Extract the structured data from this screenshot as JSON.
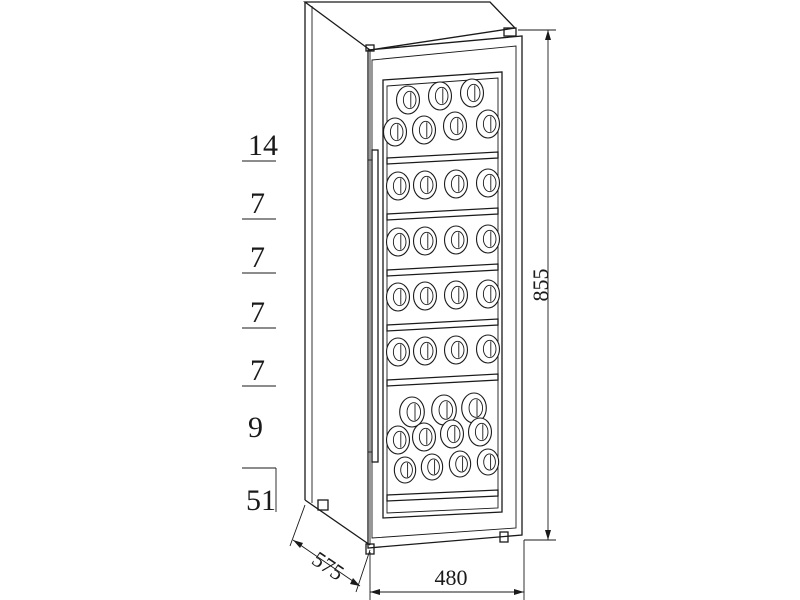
{
  "diagram": {
    "rack_capacities": [
      {
        "id": "shelf-1",
        "count": "14"
      },
      {
        "id": "shelf-2",
        "count": "7"
      },
      {
        "id": "shelf-3",
        "count": "7"
      },
      {
        "id": "shelf-4",
        "count": "7"
      },
      {
        "id": "shelf-5",
        "count": "7"
      },
      {
        "id": "bottom-stack",
        "count": "9"
      },
      {
        "id": "floor-tray",
        "count": "51"
      }
    ],
    "dimensions": {
      "height": "855",
      "width": "480",
      "depth": "575"
    }
  }
}
